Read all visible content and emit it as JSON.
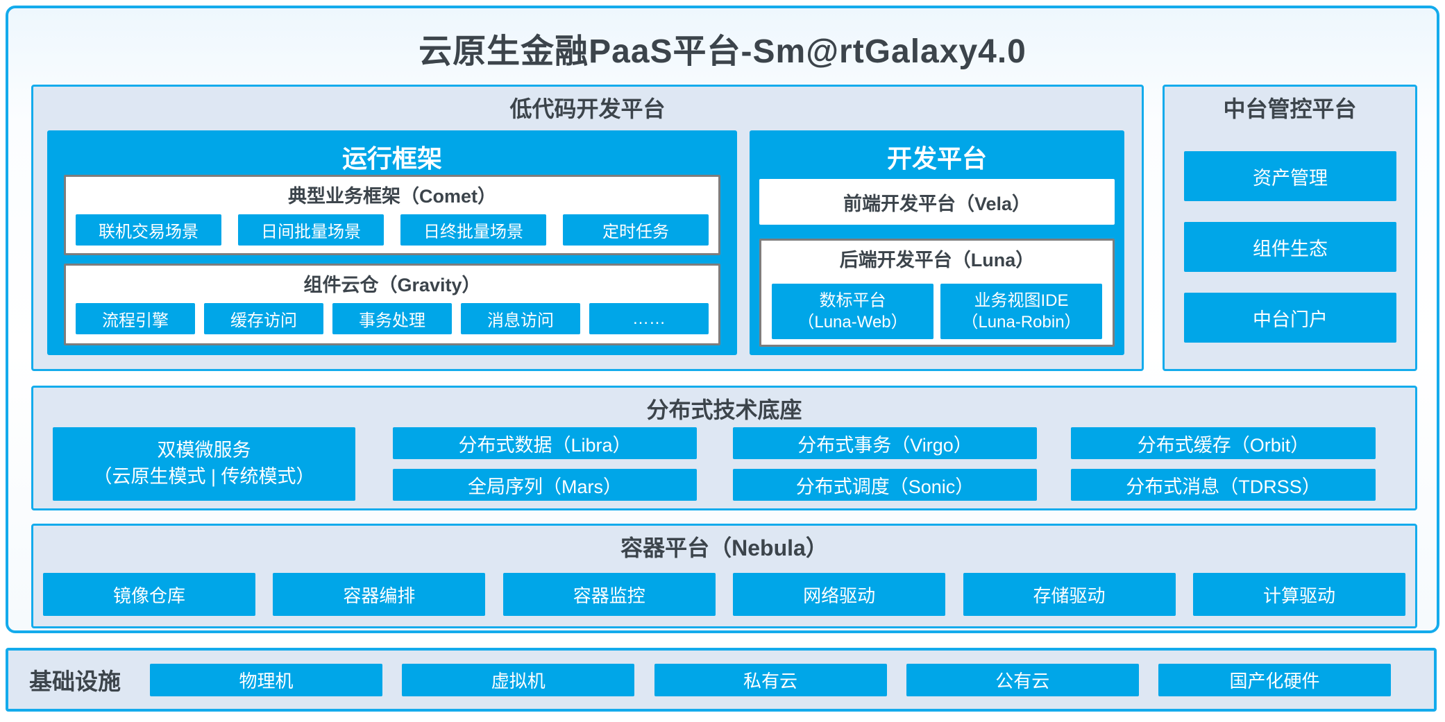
{
  "title": "云原生金融PaaS平台-Sm@rtGalaxy4.0",
  "colors": {
    "accent_blue": "#00a6e8",
    "border_blue": "#14abec",
    "panel_bg": "#dee7f3",
    "box_border_gray": "#7d7d7d",
    "dark_text": "#3c444b"
  },
  "lowcode": {
    "title": "低代码开发平台",
    "runtime": {
      "title": "运行框架",
      "comet": {
        "title": "典型业务框架（Comet）",
        "items": [
          "联机交易场景",
          "日间批量场景",
          "日终批量场景",
          "定时任务"
        ]
      },
      "gravity": {
        "title": "组件云仓（Gravity）",
        "items": [
          "流程引擎",
          "缓存访问",
          "事务处理",
          "消息访问",
          "……"
        ]
      }
    },
    "dev": {
      "title": "开发平台",
      "vela": "前端开发平台（Vela）",
      "luna": {
        "title": "后端开发平台（Luna）",
        "items": [
          {
            "line1": "数标平台",
            "line2": "（Luna-Web）"
          },
          {
            "line1": "业务视图IDE",
            "line2": "（Luna-Robin）"
          }
        ]
      }
    }
  },
  "midplatform": {
    "title": "中台管控平台",
    "items": [
      "资产管理",
      "组件生态",
      "中台门户"
    ]
  },
  "distributed": {
    "title": "分布式技术底座",
    "dual_mode": {
      "line1": "双模微服务",
      "line2": "（云原生模式 | 传统模式）"
    },
    "grid": [
      [
        "分布式数据（Libra）",
        "全局序列（Mars）"
      ],
      [
        "分布式事务（Virgo）",
        "分布式调度（Sonic）"
      ],
      [
        "分布式缓存（Orbit）",
        "分布式消息（TDRSS）"
      ]
    ]
  },
  "container_platform": {
    "title": "容器平台（Nebula）",
    "items": [
      "镜像仓库",
      "容器编排",
      "容器监控",
      "网络驱动",
      "存储驱动",
      "计算驱动"
    ]
  },
  "infrastructure": {
    "title": "基础设施",
    "items": [
      "物理机",
      "虚拟机",
      "私有云",
      "公有云",
      "国产化硬件"
    ]
  }
}
